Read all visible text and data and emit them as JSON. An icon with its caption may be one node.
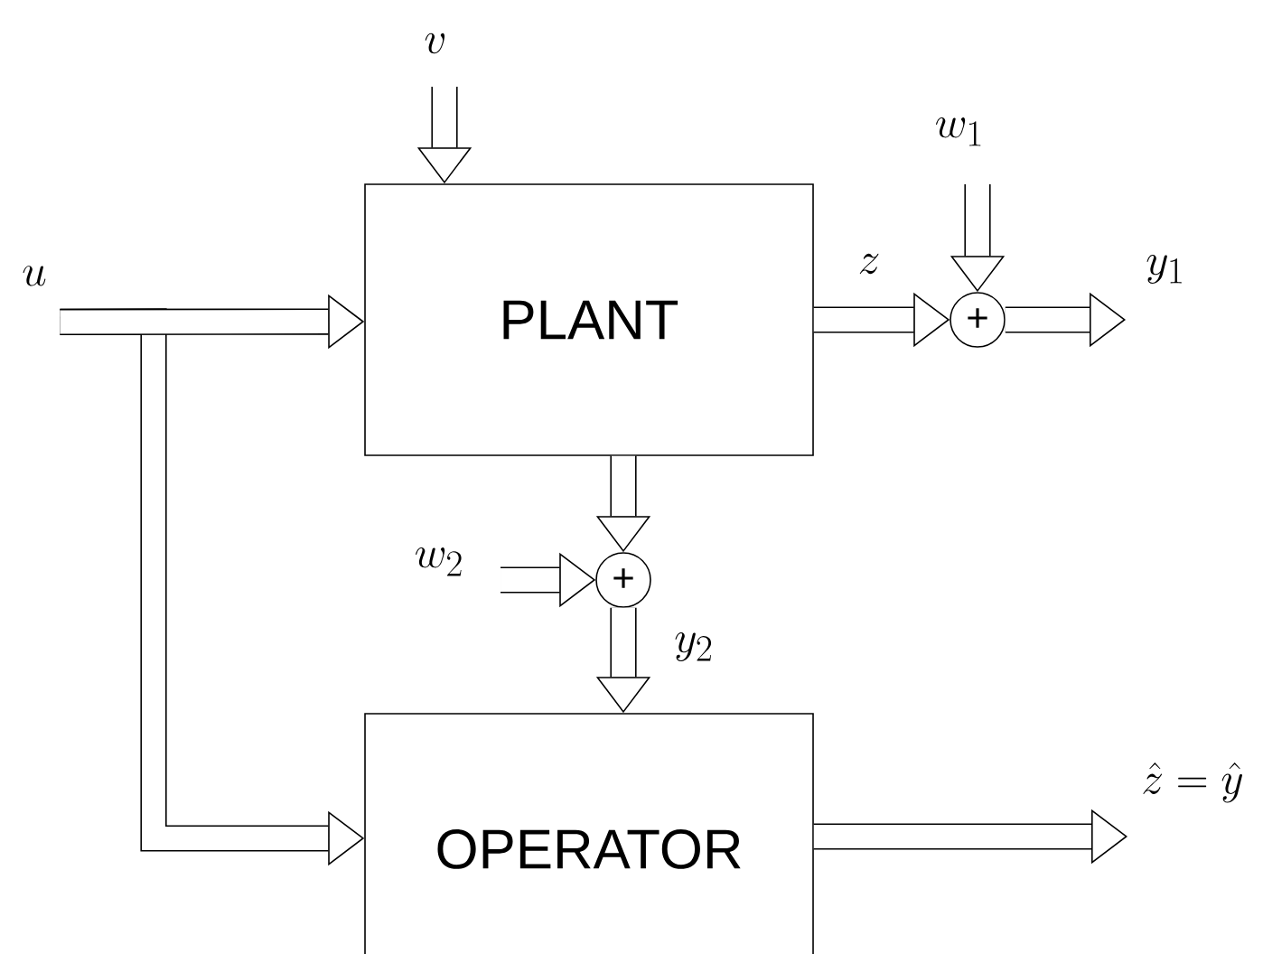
{
  "diagram": {
    "nodes": [
      {
        "text": [
          "PLANT"
        ]
      },
      {
        "text": [
          "OPERATOR"
        ]
      },
      {
        "text": [
          "+"
        ]
      },
      {
        "text": [
          "+"
        ]
      },
      {
        "text": [
          "u"
        ]
      },
      {
        "text": [
          "v"
        ]
      },
      {
        "text": [
          "w_1"
        ]
      },
      {
        "text": [
          "w_2"
        ]
      },
      {
        "text": [
          "y_1"
        ]
      },
      {
        "text": [
          "\\hat{z} = \\hat{y}"
        ]
      }
    ],
    "edges": [
      {
        "from": 4,
        "to": 0,
        "arrow": "to"
      },
      {
        "from": 4,
        "to": 1,
        "arrow": "to"
      },
      {
        "from": 5,
        "to": 0,
        "arrow": "to"
      },
      {
        "from": 0,
        "to": 3,
        "arrow": "to"
      },
      {
        "from": 7,
        "to": 3,
        "arrow": "to"
      },
      {
        "from": 3,
        "to": 1,
        "arrow": "to",
        "label": "y_2"
      },
      {
        "from": 0,
        "to": 2,
        "arrow": "to",
        "label": "z"
      },
      {
        "from": 6,
        "to": 2,
        "arrow": "to"
      },
      {
        "from": 2,
        "to": 8,
        "arrow": "to"
      },
      {
        "from": 1,
        "to": 9,
        "arrow": "to"
      }
    ]
  }
}
